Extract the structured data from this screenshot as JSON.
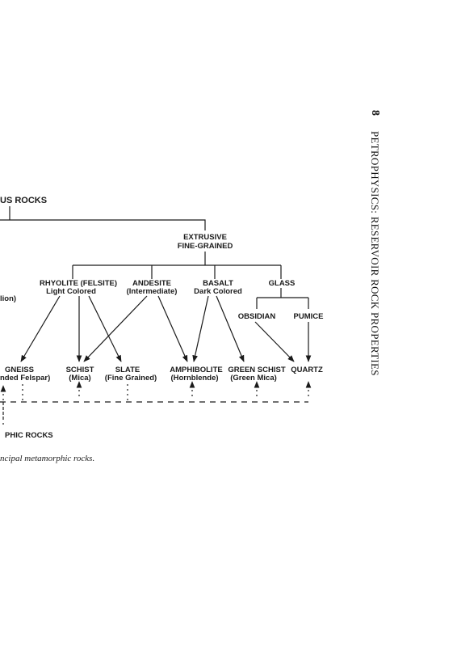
{
  "page": {
    "number": "8",
    "running_head": "PETROPHYSICS: RESERVOIR ROCK PROPERTIES"
  },
  "diagram": {
    "root": "US ROCKS",
    "extrusive": [
      "EXTRUSIVE",
      "FINE-GRAINED"
    ],
    "rhyolite": [
      "RHYOLITE (FELSITE)",
      "Light Colored"
    ],
    "andesite": [
      "ANDESITE",
      "(Intermediate)"
    ],
    "basalt": [
      "BASALT",
      "Dark Colored"
    ],
    "glass": "GLASS",
    "obsidian": "OBSIDIAN",
    "pumice": "PUMICE",
    "left_fragment": "lion)",
    "gneiss": [
      "GNEISS",
      "nded Felspar)"
    ],
    "schist": [
      "SCHIST",
      "(Mica)"
    ],
    "slate": [
      "SLATE",
      "(Fine Grained)"
    ],
    "amphibolite": [
      "AMPHIBOLITE",
      "(Hornblende)"
    ],
    "green_schist": [
      "GREEN SCHIST",
      "(Green Mica)"
    ],
    "quartz": "QUARTZ",
    "metamorphic": "PHIC ROCKS"
  },
  "caption": "ncipal metamorphic rocks."
}
